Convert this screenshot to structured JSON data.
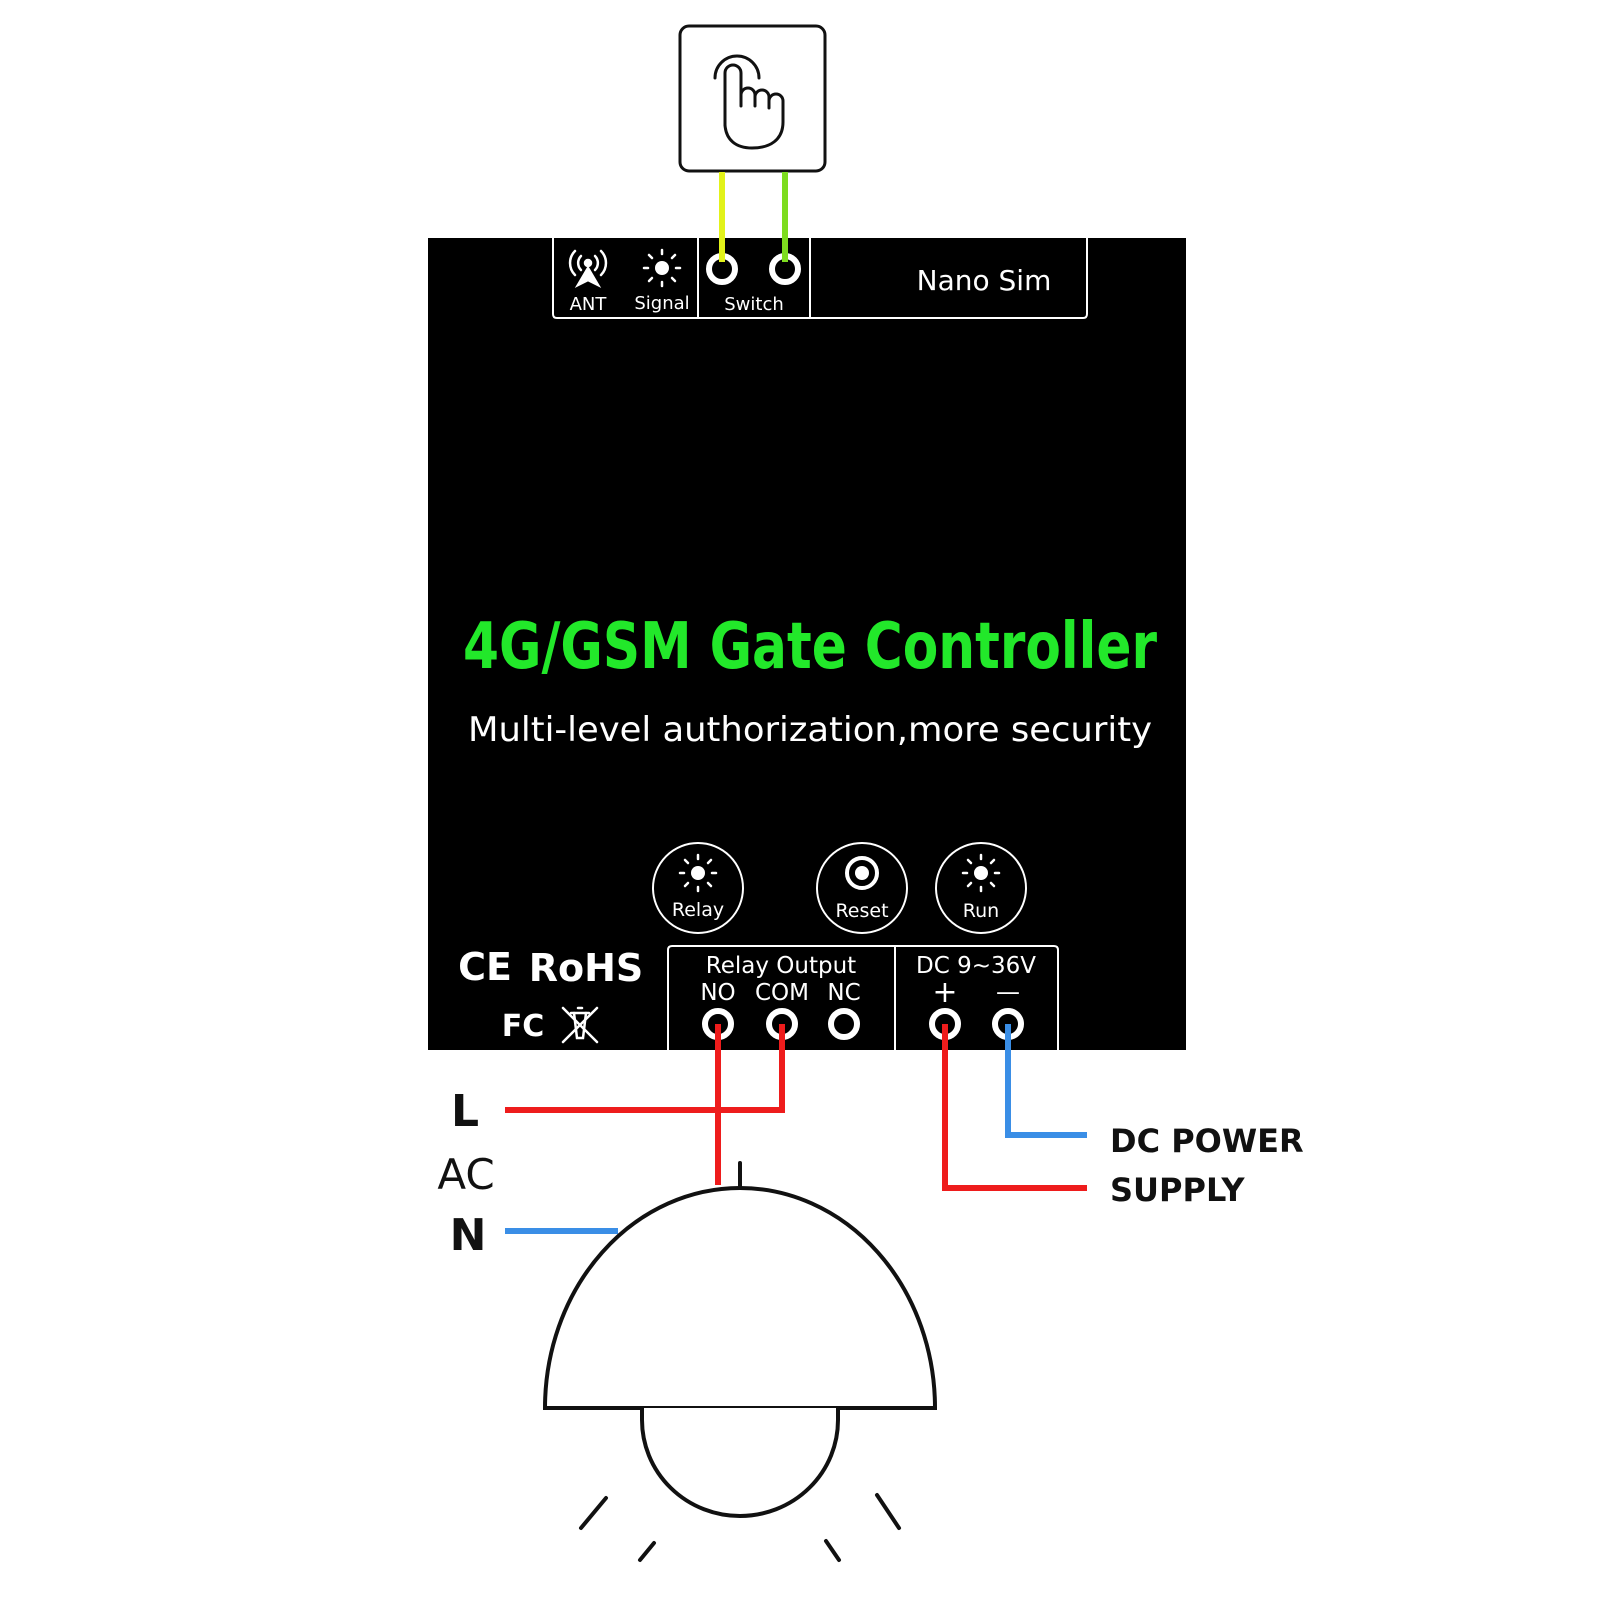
{
  "device": {
    "title": "4G/GSM Gate Controller",
    "subtitle": "Multi-level authorization,more security",
    "top_panel": {
      "ant_label": "ANT",
      "signal_label": "Signal",
      "switch_label": "Switch",
      "sim_label": "Nano Sim"
    },
    "indicators": {
      "relay_label": "Relay",
      "reset_label": "Reset",
      "run_label": "Run"
    },
    "relay_output": {
      "label": "Relay Output",
      "no_label": "NO",
      "com_label": "COM",
      "nc_label": "NC"
    },
    "dc_input": {
      "label": "DC 9~36V",
      "plus_label": "+",
      "minus_label": "—"
    },
    "certifications": {
      "ce": "CE",
      "rohs": "RoHS",
      "fc": "FC"
    }
  },
  "wiring": {
    "ac_l_label": "L",
    "ac_label": "AC",
    "ac_n_label": "N",
    "dc_power_label": "DC POWER",
    "supply_label": "SUPPLY"
  },
  "colors": {
    "device_body": "#000000",
    "title_green": "#22e82a",
    "wire_red": "#ee1c1c",
    "wire_blue": "#3a8ee6",
    "wire_yellow": "#e2f21a",
    "wire_green": "#7ddc1f",
    "outline": "#111111"
  },
  "icons": [
    "touch-hand-icon",
    "antenna-icon",
    "signal-led-icon",
    "relay-led-icon",
    "reset-button-icon",
    "run-led-icon",
    "ce-mark-icon",
    "fcc-mark-icon",
    "weee-bin-icon",
    "lamp-icon"
  ]
}
